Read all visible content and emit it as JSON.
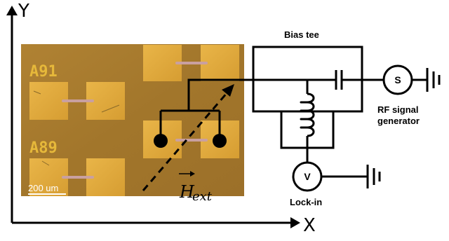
{
  "axes": {
    "y_label": "Y",
    "x_label": "X"
  },
  "chip": {
    "label_top": "A91",
    "label_bottom": "A89",
    "scale_bar": "200 um"
  },
  "field": {
    "symbol": "H",
    "subscript": "ext"
  },
  "circuit": {
    "bias_tee_label": "Bias tee",
    "source_letter": "S",
    "source_label_line1": "RF signal",
    "source_label_line2": "generator",
    "voltmeter_letter": "V",
    "voltmeter_label": "Lock-in"
  },
  "colors": {
    "chip_background": "#a7782b",
    "pad_gold": "#e0a93a",
    "wire": "#000000"
  }
}
